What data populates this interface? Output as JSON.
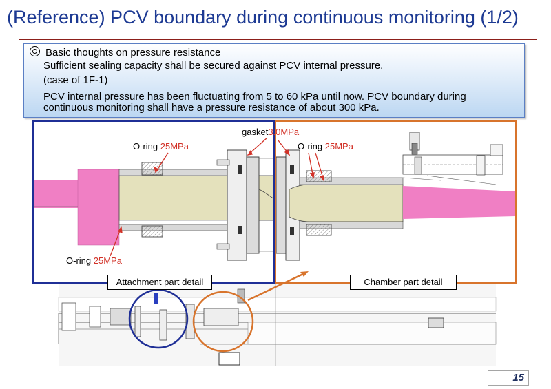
{
  "title": "(Reference) PCV boundary during continuous monitoring (1/2)",
  "info": {
    "heading": "Basic thoughts on pressure resistance",
    "line1": "Sufficient sealing capacity shall be secured against PCV internal pressure.",
    "line2": "(case of 1F-1)",
    "line3": "PCV internal pressure has been fluctuating from 5 to 60 kPa until now. PCV boundary during",
    "line4": "continuous monitoring shall have a pressure resistance of about 300 kPa."
  },
  "labels": {
    "oring_left_top_name": "O-ring",
    "oring_left_top_value": "25MPa",
    "gasket_name": "gasket",
    "gasket_value": "3.0MPa",
    "oring_right_name": "O-ring",
    "oring_right_value": "25MPa",
    "oring_left_bottom_name": "O-ring",
    "oring_left_bottom_value": "25MPa"
  },
  "details": {
    "attachment": "Attachment part detail",
    "chamber": "Chamber part detail"
  },
  "page_number": "15",
  "colors": {
    "title": "#1d3a93",
    "attachment_frame": "#1f2f96",
    "chamber_frame": "#d8742c",
    "pressure_value": "#d23228",
    "pink_pipe": "#f07fc4",
    "tan_sleeve": "#e4e1bc"
  }
}
